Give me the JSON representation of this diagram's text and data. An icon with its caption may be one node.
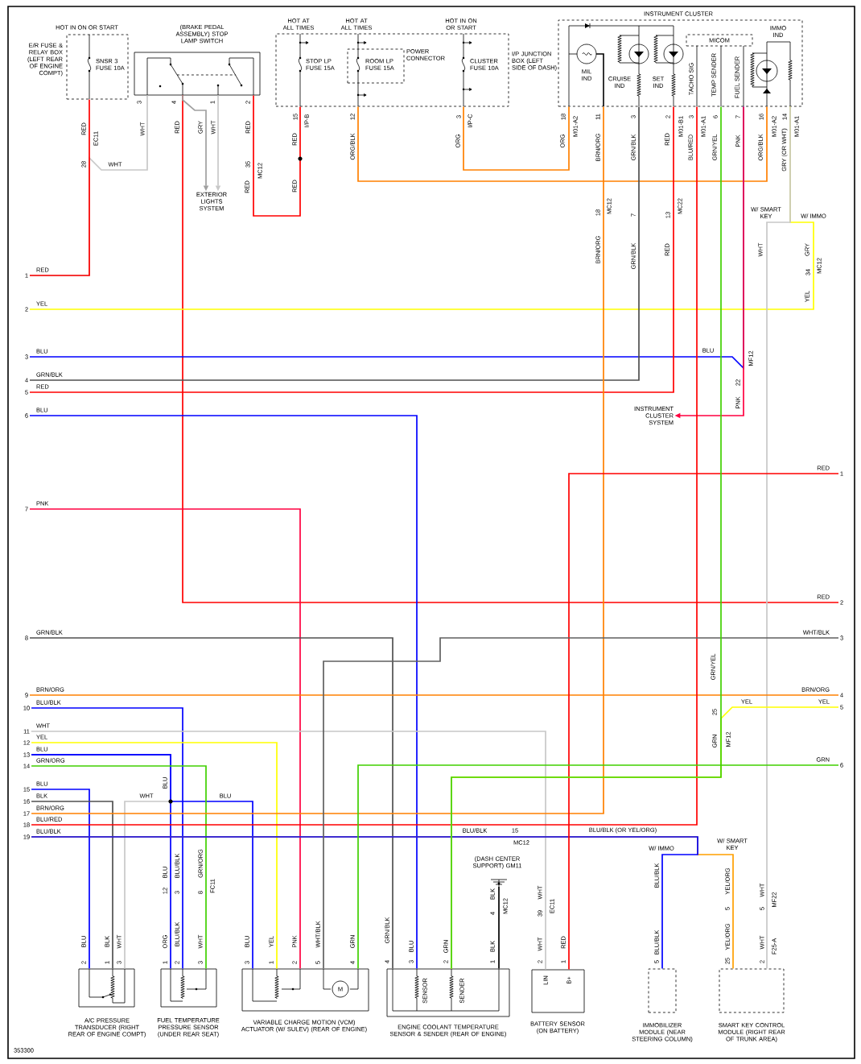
{
  "diagram": {
    "nodes": [
      {
        "text": [
          "HOT IN ON OR START",
          "E/R FUSE & RELAY BOX (LEFT REAR OF ENGINE COMPT)",
          "SNSR 3 FUSE 10A"
        ]
      },
      {
        "text": [
          "(BRAKE PEDAL ASSEMBLY) STOP LAMP SWITCH"
        ]
      },
      {
        "text": [
          "I/P JUNCTION BOX (LEFT SIDE OF DASH)",
          "HOT AT ALL TIMES",
          "STOP LP FUSE 15A",
          "HOT AT ALL TIMES",
          "HOT IN ON OR START",
          "CLUSTER FUSE 10A"
        ]
      },
      {
        "text": [
          "POWER CONNECTOR",
          "ROOM LP FUSE 15A"
        ],
        "in": 2
      },
      {
        "text": [
          "INSTRUMENT CLUSTER",
          "MIL IND",
          "CRUISE IND",
          "SET IND",
          "IMMO IND",
          "TACHO SIG",
          "TEMP SENDER",
          "FUEL SENDER"
        ]
      },
      {
        "text": [
          "MICOM"
        ],
        "in": 4
      },
      {
        "text": [
          "EXTERIOR LIGHTS SYSTEM"
        ]
      },
      {
        "text": [
          "INSTRUMENT CLUSTER SYSTEM"
        ]
      },
      {
        "text": [
          "A/C PRESSURE TRANSDUCER (RIGHT REAR OF ENGINE COMPT)"
        ]
      },
      {
        "text": [
          "FUEL TEMPERATURE PRESSURE SENSOR (UNDER REAR SEAT)"
        ]
      },
      {
        "text": [
          "M",
          "VARIABLE CHARGE MOTION (VCM) ACTUATOR (W/ SULEV) (REAR OF ENGINE)"
        ]
      },
      {
        "text": [
          "SENSOR",
          "SENDER",
          "ENGINE COOLANT TEMPERATURE SENSOR & SENDER (REAR OF ENGINE)"
        ]
      },
      {
        "text": [
          "LIN",
          "B+",
          "BATTERY SENSOR (ON BATTERY)"
        ]
      },
      {
        "text": [
          "IMMOBILIZER MODULE (NEAR STEERING COLUMN)"
        ]
      },
      {
        "text": [
          "SMART KEY CONTROL MODULE (RIGHT REAR OF TRUNK AREA)"
        ]
      },
      {
        "text": [
          "(DASH CENTER SUPPORT) GM11"
        ]
      },
      {
        "text": [
          "1"
        ]
      },
      {
        "text": [
          "2"
        ]
      },
      {
        "text": [
          "3"
        ]
      },
      {
        "text": [
          "4"
        ]
      },
      {
        "text": [
          "5"
        ]
      },
      {
        "text": [
          "6"
        ]
      },
      {
        "text": [
          "7"
        ]
      },
      {
        "text": [
          "8"
        ]
      },
      {
        "text": [
          "9"
        ]
      },
      {
        "text": [
          "10"
        ]
      },
      {
        "text": [
          "11"
        ]
      },
      {
        "text": [
          "12"
        ]
      },
      {
        "text": [
          "13"
        ]
      },
      {
        "text": [
          "14"
        ]
      },
      {
        "text": [
          "15"
        ]
      },
      {
        "text": [
          "16"
        ]
      },
      {
        "text": [
          "17"
        ]
      },
      {
        "text": [
          "18"
        ]
      },
      {
        "text": [
          "19"
        ]
      },
      {
        "text": [
          "1"
        ]
      },
      {
        "text": [
          "2"
        ]
      },
      {
        "text": [
          "3"
        ]
      },
      {
        "text": [
          "4"
        ]
      },
      {
        "text": [
          "5"
        ]
      },
      {
        "text": [
          "6"
        ]
      }
    ],
    "edges": [
      {
        "from": 0,
        "to": 16,
        "arrow": "none",
        "color": "#ff0000"
      },
      {
        "from": 1,
        "to": 16,
        "arrow": "none",
        "color": "#c8c8c8"
      },
      {
        "from": 2,
        "to": 1,
        "arrow": "none",
        "color": "#ff0000"
      },
      {
        "from": 1,
        "to": 36,
        "arrow": "none",
        "color": "#ff0000"
      },
      {
        "from": 1,
        "to": 6,
        "arrow": "to",
        "color": "#a0a0a0"
      },
      {
        "from": 1,
        "to": 6,
        "arrow": "to",
        "color": "#c8c8c8"
      },
      {
        "from": 2,
        "to": 4,
        "arrow": "none",
        "color": "#ff8000"
      },
      {
        "from": 2,
        "to": 4,
        "arrow": "none",
        "color": "#ff8000"
      },
      {
        "from": 4,
        "to": 17,
        "arrow": "none",
        "color": "#ffff00"
      },
      {
        "from": 4,
        "to": 14,
        "arrow": "none",
        "color": "#c8c8c8"
      },
      {
        "from": 4,
        "to": 18,
        "arrow": "none",
        "color": "#0000ff"
      },
      {
        "from": 4,
        "to": 7,
        "arrow": "to",
        "color": "#ff0040"
      },
      {
        "from": 4,
        "to": 19,
        "arrow": "none",
        "color": "#505050"
      },
      {
        "from": 4,
        "to": 20,
        "arrow": "none",
        "color": "#ff0000"
      },
      {
        "from": 11,
        "to": 21,
        "arrow": "none",
        "color": "#0000ff"
      },
      {
        "from": 10,
        "to": 22,
        "arrow": "none",
        "color": "#ff0040"
      },
      {
        "from": 11,
        "to": 23,
        "arrow": "none",
        "color": "#505050"
      },
      {
        "from": 24,
        "to": 38,
        "arrow": "none",
        "color": "#ff8000"
      },
      {
        "from": 9,
        "to": 25,
        "arrow": "none",
        "color": "#0000ff"
      },
      {
        "from": 12,
        "to": 26,
        "arrow": "none",
        "color": "#c8c8c8"
      },
      {
        "from": 10,
        "to": 27,
        "arrow": "none",
        "color": "#ffff00"
      },
      {
        "from": 9,
        "to": 28,
        "arrow": "none",
        "color": "#0000ff"
      },
      {
        "from": 8,
        "to": 28,
        "arrow": "none",
        "color": "#c8c8c8"
      },
      {
        "from": 10,
        "to": 28,
        "arrow": "none",
        "color": "#0000ff"
      },
      {
        "from": 9,
        "to": 29,
        "arrow": "none",
        "color": "#40d000"
      },
      {
        "from": 8,
        "to": 30,
        "arrow": "none",
        "color": "#0000ff"
      },
      {
        "from": 8,
        "to": 31,
        "arrow": "none",
        "color": "#505050"
      },
      {
        "from": 4,
        "to": 32,
        "arrow": "none",
        "color": "#ff8000"
      },
      {
        "from": 4,
        "to": 33,
        "arrow": "none",
        "color": "#ff0000"
      },
      {
        "from": 13,
        "to": 34,
        "arrow": "none",
        "color": "#0000ff"
      },
      {
        "from": 14,
        "to": 34,
        "arrow": "none",
        "color": "#ffa000"
      },
      {
        "from": 12,
        "to": 35,
        "arrow": "none",
        "color": "#ff0000"
      },
      {
        "from": 10,
        "to": 37,
        "arrow": "none",
        "color": "#606060"
      },
      {
        "from": 4,
        "to": 11,
        "arrow": "none",
        "color": "#40d000"
      },
      {
        "from": 39,
        "to": 11,
        "arrow": "none",
        "color": "#ffff00"
      },
      {
        "from": 10,
        "to": 40,
        "arrow": "none",
        "color": "#40d000"
      },
      {
        "from": 15,
        "to": 11,
        "arrow": "none",
        "color": "#000000"
      }
    ],
    "labels": [
      "RED",
      "EC11",
      "28",
      "WHT",
      "RED",
      "3",
      "WHT",
      "4",
      "RED",
      "GRY",
      "1",
      "WHT",
      "2",
      "RED",
      "35",
      "MC12",
      "RED",
      "15",
      "I/P-B",
      "RED",
      "RED",
      "12",
      "ORG/BLK",
      "3",
      "I/P-C",
      "ORG",
      "18",
      "M01-A2",
      "ORG",
      "11",
      "BRN/ORG",
      "3",
      "GRN/BLK",
      "2",
      "M01-B1",
      "RED",
      "3",
      "M01-A1",
      "BLU/RED",
      "6",
      "GRN/YEL",
      "7",
      "PNK",
      "16",
      "M01-A2",
      "ORG/BLK",
      "14",
      "M01-A1",
      "GRY (OR WHT)",
      "18",
      "MC12",
      "BRN/ORG",
      "7",
      "GRN/BLK",
      "13",
      "MC22",
      "RED",
      "W/ SMART KEY",
      "W/ IMMO",
      "WHT",
      "GRY",
      "34",
      "MC12",
      "YEL",
      "YEL",
      "BLU",
      "BLU",
      "MF12",
      "22",
      "PNK",
      "GRN/BLK",
      "RED",
      "BLU",
      "RED",
      "PNK",
      "RED",
      "GRN/BLK",
      "WHT/BLK",
      "GRN/YEL",
      "BRN/ORG",
      "BRN/ORG",
      "BLU/BLK",
      "YEL",
      "YEL",
      "25",
      "GRN",
      "MF12",
      "WHT",
      "YEL",
      "BLU",
      "GRN/ORG",
      "GRN",
      "BLU",
      "BLU",
      "BLK",
      "WHT",
      "BLU",
      "BRN/ORG",
      "BLU/RED",
      "BLU/BLK",
      "BLU/BLK",
      "15",
      "MC12",
      "BLU/BLK (OR YEL/ORG)",
      "W/ IMMO",
      "W/ SMART KEY",
      "BLU",
      "12",
      "BLU/BLK",
      "3",
      "GRN/ORG",
      "8",
      "FC11",
      "BLU/BLK",
      "BLU/BLK",
      "5",
      "YEL/ORG",
      "5",
      "WHT",
      "5",
      "MF22",
      "YEL/ORG",
      "25",
      "WHT",
      "2",
      "F25-A",
      "BLK",
      "4",
      "MC12",
      "BLK",
      "1",
      "WHT",
      "39",
      "EC11",
      "WHT",
      "2",
      "RED",
      "1",
      "GRN/BLK",
      "4",
      "BLU",
      "3",
      "GRN",
      "2",
      "BLU",
      "3",
      "YEL",
      "1",
      "PNK",
      "2",
      "WHT/BLK",
      "5",
      "GRN",
      "4",
      "ORG",
      "1",
      "BLU/BLK",
      "2",
      "WHT",
      "3",
      "BLU",
      "2",
      "BLK",
      "1",
      "WHT",
      "3",
      "353300"
    ]
  }
}
